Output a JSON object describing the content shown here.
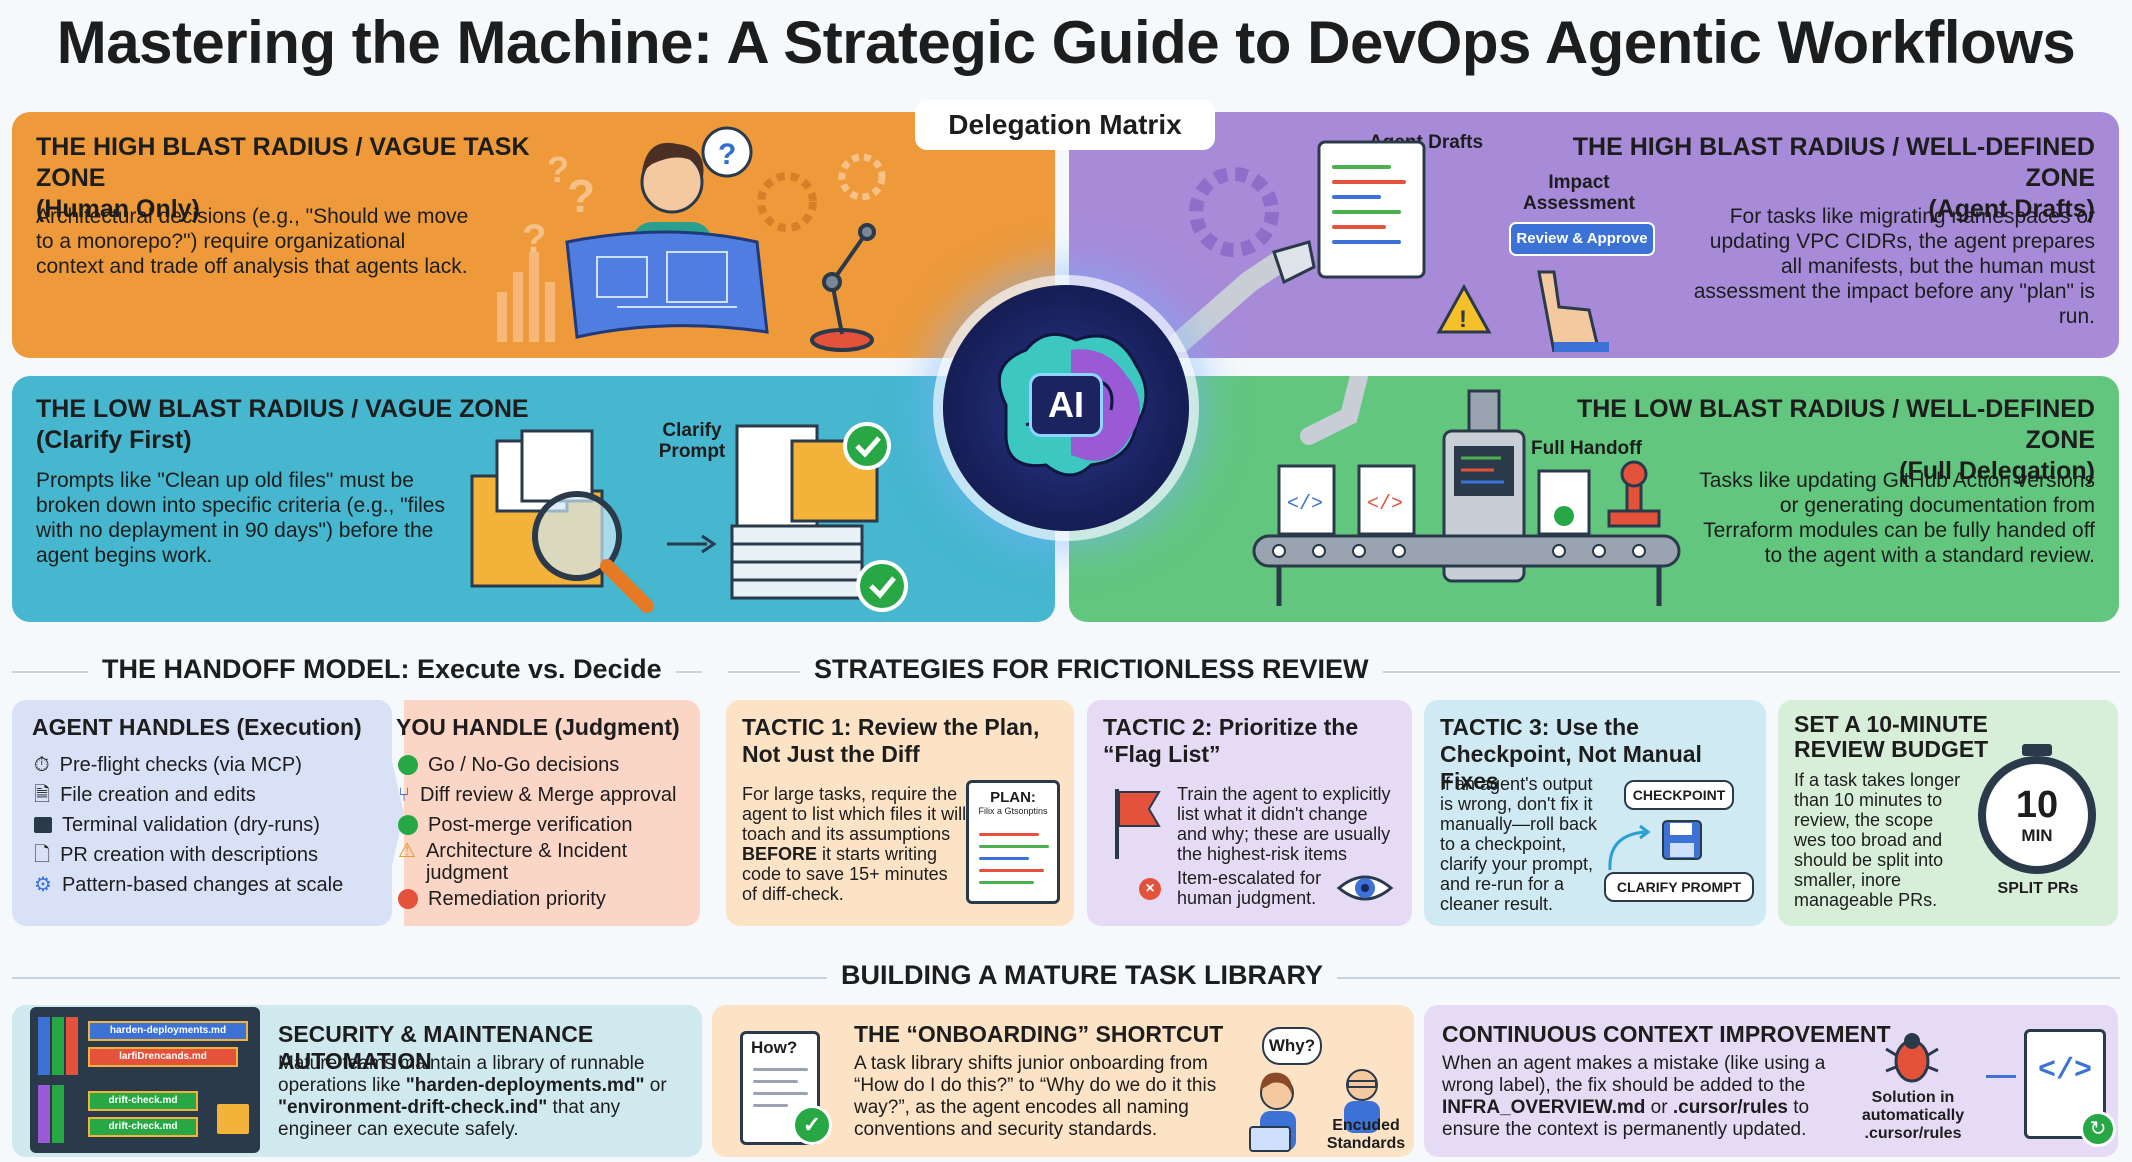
{
  "title": "Mastering the Machine: A Strategic Guide to DevOps Agentic Workflows",
  "matrix": {
    "label": "Delegation Matrix",
    "hub_label": "AI",
    "q1": {
      "heading": "THE HIGH BLAST RADIUS / VAGUE TASK ZONE",
      "sub": "(Human Only)",
      "body": "Architectural decisions (e.g., \"Should we move to a monorepo?\") require organizational context and trade off analysis that agents lack."
    },
    "q2": {
      "heading": "THE HIGH BLAST RADIUS / WELL-DEFINED ZONE",
      "sub": "(Agent Drafts)",
      "body": "For tasks like migrating namespaces or updating VPC CIDRs, the agent prepares all manifests, but the human must assessment the impact before any \"plan\" is run.",
      "tag_drafts": "Agent Drafts",
      "tag_impact": "Impact Assessment",
      "button": "Review & Approve"
    },
    "q3": {
      "heading": "THE LOW BLAST RADIUS / VAGUE ZONE",
      "sub": "(Clarify First)",
      "body": "Prompts like \"Clean up old files\" must be broken down into specific criteria (e.g., \"files with no deplayment in 90 days\") before the agent begins work.",
      "tag": "Clarify Prompt"
    },
    "q4": {
      "heading": "THE LOW BLAST RADIUS / WELL-DEFINED ZONE",
      "sub": "(Full Delegation)",
      "body": "Tasks like updating GitHub Action versions or generating documentation from Terraform modules can be fully handed off to the agent with a standard review.",
      "tag": "Full Handoff"
    }
  },
  "handoff": {
    "title": "THE HANDOFF MODEL: Execute vs. Decide",
    "agent": {
      "heading": "AGENT HANDLES (Execution)",
      "items": [
        "Pre-flight checks (via MCP)",
        "File creation and edits",
        "Terminal validation (dry-runs)",
        "PR creation with descriptions",
        "Pattern-based changes at scale"
      ]
    },
    "you": {
      "heading": "YOU HANDLE (Judgment)",
      "items": [
        "Go / No-Go decisions",
        "Diff review & Merge approval",
        "Post-merge verification",
        "Architecture & Incident judgment",
        "Remediation priority"
      ]
    }
  },
  "review": {
    "title": "STRATEGIES FOR FRICTIONLESS REVIEW",
    "t1": {
      "heading": "TACTIC 1: Review the Plan, Not Just the Diff",
      "body_pre": "For large tasks, require the agent to list which files it will toach and its assumptions ",
      "body_bold": "BEFORE",
      "body_post": " it starts writing code to save 15+ minutes of diff-check.",
      "doc_title": "PLAN:",
      "doc_sub": "Filix a Gtsonptins"
    },
    "t2": {
      "heading": "TACTIC 2: Prioritize the “Flag List”",
      "body": "Train the agent to explicitly list what it didn't change and why; these are usually the highest-risk items",
      "note": "Item-escalated for human judgment."
    },
    "t3": {
      "heading": "TACTIC 3: Use the Checkpoint, Not Manual Fixes",
      "body": "If an agent's output is wrong, don't fix it manually—roll back to a checkpoint, clarify your prompt, and re-run for a cleaner result.",
      "btn_checkpoint": "CHECKPOINT",
      "btn_clarify": "CLARIFY PROMPT"
    },
    "t4": {
      "heading": "SET A 10-MINUTE REVIEW BUDGET",
      "body": "If a task takes longer than 10 minutes to review, the scope wes too broad and should be split into smaller, inore manageable PRs.",
      "timer_num": "10",
      "timer_unit": "MIN",
      "caption": "SPLIT PRs"
    }
  },
  "library": {
    "title": "BUILDING A MATURE TASK LIBRARY",
    "c1": {
      "heading": "SECURITY & MAINTENANCE AUTOMATION",
      "body_pre": "Mature teams maintain a library of runnable operations like ",
      "file1": "\"harden-deployments.md\"",
      "body_mid": " or ",
      "file2": "\"environment-drift-check.ind\"",
      "body_post": " that any engineer can execute safely.",
      "spines": [
        "harden-deployments.md",
        "larfiDrencands.md",
        "drift-check.md",
        "drift-check.md"
      ]
    },
    "c2": {
      "heading": "THE “ONBOARDING” SHORTCUT",
      "body": "A task library shifts junior onboarding from “How do I do this?” to “Why do we do it this way?”, as the agent encodes all naming conventions and security standards.",
      "how": "How?",
      "why": "Why?",
      "caption": "Encuded Standards"
    },
    "c3": {
      "heading": "CONTINUOUS CONTEXT IMPROVEMENT",
      "body_pre": "When an agent makes a mistake (like using a wrong label), the fix should be added to the ",
      "file1": "INFRA_OVERVIEW.md",
      "body_mid": " or ",
      "file2": ".cursor/rules",
      "body_post": " to ensure the context is permanently updated.",
      "caption": "Solution in automatically .cursor/rules"
    }
  },
  "colors": {
    "orange": "#ee9a3b",
    "purple": "#a78bd9",
    "teal": "#46b7cf",
    "green": "#63c67e",
    "agent_bg": "#d9e1f7",
    "you_bg": "#fbd5c6",
    "t1_bg": "#fde3c6",
    "t2_bg": "#e6dbf5",
    "t3_bg": "#cfeaf3",
    "t4_bg": "#d7efd9"
  }
}
